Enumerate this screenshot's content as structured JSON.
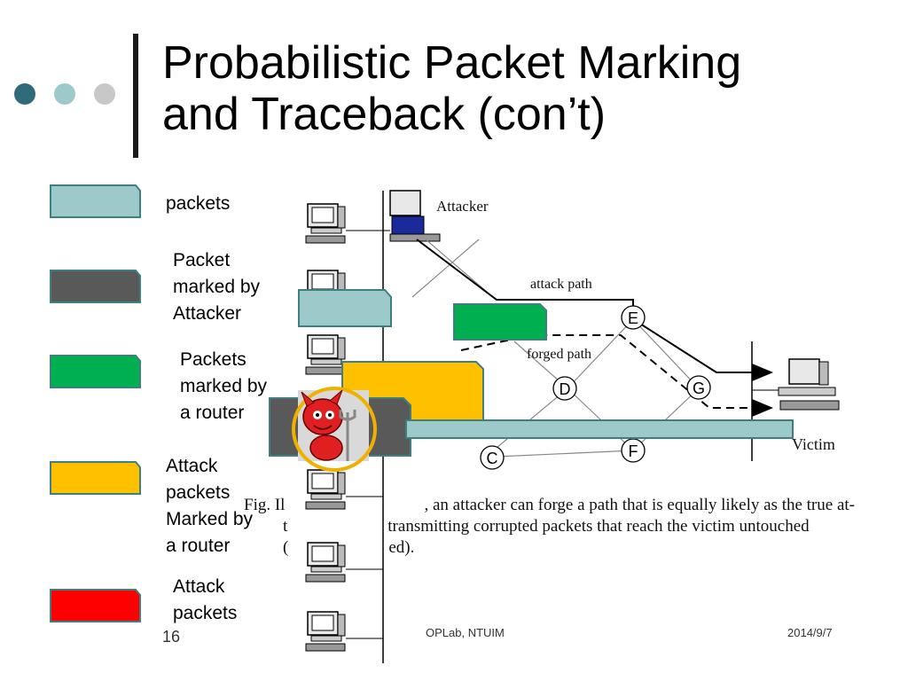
{
  "slide": {
    "title_line1": "Probabilistic Packet Marking",
    "title_line2": "and Traceback (con’t)",
    "number": "16",
    "footer_center": "OPLab, NTUIM",
    "footer_date": "2014/9/7"
  },
  "legend": [
    {
      "label": "packets",
      "color": "#9ccacb"
    },
    {
      "label_lines": [
        "Packet",
        "marked by",
        "Attacker"
      ],
      "color": "#595959"
    },
    {
      "label_lines": [
        "Packets",
        "marked by",
        "a router"
      ],
      "color": "#00b050"
    },
    {
      "label_lines": [
        "Attack",
        "packets",
        "Marked by",
        "a router"
      ],
      "color": "#ffc000"
    },
    {
      "label_lines": [
        "Attack",
        "packets"
      ],
      "color": "#ff0000"
    }
  ],
  "diagram": {
    "attacker_label": "Attacker",
    "victim_label": "Victim",
    "attack_path_label": "attack path",
    "forged_path_label": "forged path",
    "nodes": [
      "E",
      "D",
      "G",
      "C",
      "F"
    ]
  },
  "caption": {
    "line1": "Fig. Il",
    "line1b": ", an attacker can forge a path that is equally likely as the true at-",
    "line2a": "t",
    "line2b": "transmitting corrupted packets that reach the victim untouched",
    "line3a": "(",
    "line3b": "ed)."
  },
  "colors": {
    "dot1": "#2f6b78",
    "dot2": "#9ccacb",
    "dot3": "#c8c8c8",
    "packets": "#9ccacb",
    "attacker_marked": "#595959",
    "router_marked": "#00b050",
    "attack_marked": "#ffc000",
    "attack": "#ff0000"
  }
}
